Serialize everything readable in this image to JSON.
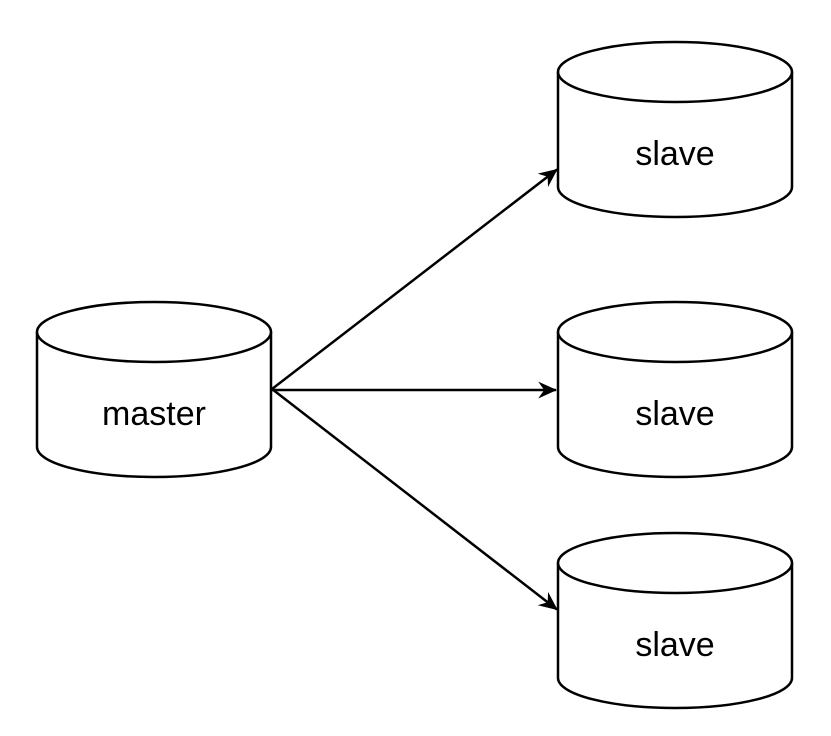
{
  "diagram": {
    "description": "Database replication topology: one master database replicating to three slave databases",
    "background_color": "#ffffff",
    "stroke_color": "#000000",
    "shape_fill_color": "#ffffff",
    "text_color": "#000000",
    "node_shape": "cylinder",
    "nodes": [
      {
        "id": "master",
        "label": "master"
      },
      {
        "id": "slave-top",
        "label": "slave"
      },
      {
        "id": "slave-middle",
        "label": "slave"
      },
      {
        "id": "slave-bottom",
        "label": "slave"
      }
    ],
    "edges": [
      {
        "from": "master",
        "to": "slave-top",
        "style": "solid",
        "arrowhead": "filled-triangle"
      },
      {
        "from": "master",
        "to": "slave-middle",
        "style": "solid",
        "arrowhead": "filled-triangle"
      },
      {
        "from": "master",
        "to": "slave-bottom",
        "style": "solid",
        "arrowhead": "filled-triangle"
      }
    ]
  }
}
